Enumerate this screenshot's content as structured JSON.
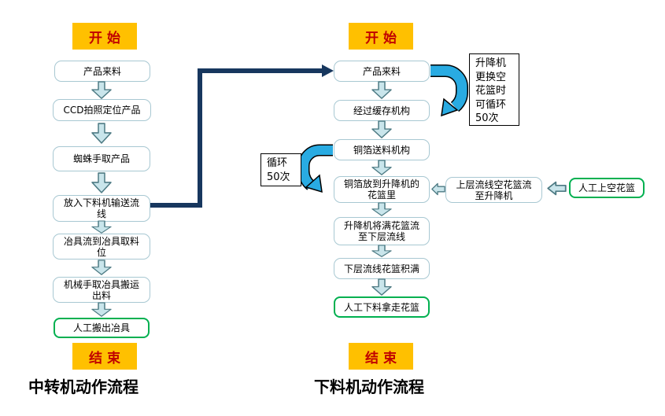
{
  "left_flow": {
    "title": "中转机动作流程",
    "start_label": "开始",
    "end_label": "结束",
    "steps": [
      "产品来料",
      "CCD拍照定位产品",
      "蜘蛛手取产品",
      "放入下料机输送流线",
      "冶具流到冶具取料位",
      "机械手取冶具搬运出料",
      "人工搬出冶具"
    ]
  },
  "right_flow": {
    "title": "下料机动作流程",
    "start_label": "开始",
    "end_label": "结束",
    "steps": [
      "产品来料",
      "经过缓存机构",
      "铜箔送料机构",
      "铜箔放到升降机的花篮里",
      "升降机将满花篮流至下层流线",
      "下层流线花篮积满",
      "人工下料拿走花篮"
    ]
  },
  "annotations": {
    "lift_note_lines": [
      "升降机",
      "更换空",
      "花篮时",
      "可循环",
      "50次"
    ],
    "loop_note_lines": [
      "循环",
      "50次"
    ],
    "upper_line_label": "上层流线空花篮流至升降机",
    "manual_supply_label": "人工上空花篮"
  },
  "colors": {
    "terminal_fill": "#FFC000",
    "terminal_text": "#C00000",
    "process_border": "#A8C8D2",
    "manual_border": "#00B050",
    "block_arrow_fill": "#C9E5EB",
    "block_arrow_border": "#4E7B84",
    "loop_arrow": "#29ABE2",
    "connector": "#17375E"
  }
}
